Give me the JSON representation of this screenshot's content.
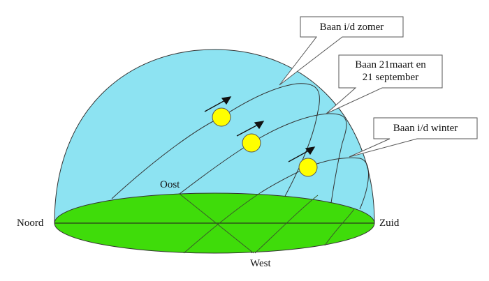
{
  "diagram": {
    "type": "sun-path-dome",
    "colors": {
      "sky": "#8de3f2",
      "ground": "#3fdc0a",
      "sun": "#ffff00",
      "outline": "#333333"
    },
    "directions": {
      "north": "Noord",
      "east": "Oost",
      "south": "Zuid",
      "west": "West"
    },
    "callouts": [
      {
        "id": "summer",
        "text": "Baan i/d zomer"
      },
      {
        "id": "equinox",
        "line1": "Baan 21maart en",
        "line2": "21 september"
      },
      {
        "id": "winter",
        "text": "Baan i/d winter"
      }
    ],
    "suns": [
      {
        "path": "summer"
      },
      {
        "path": "equinox"
      },
      {
        "path": "winter"
      }
    ]
  }
}
